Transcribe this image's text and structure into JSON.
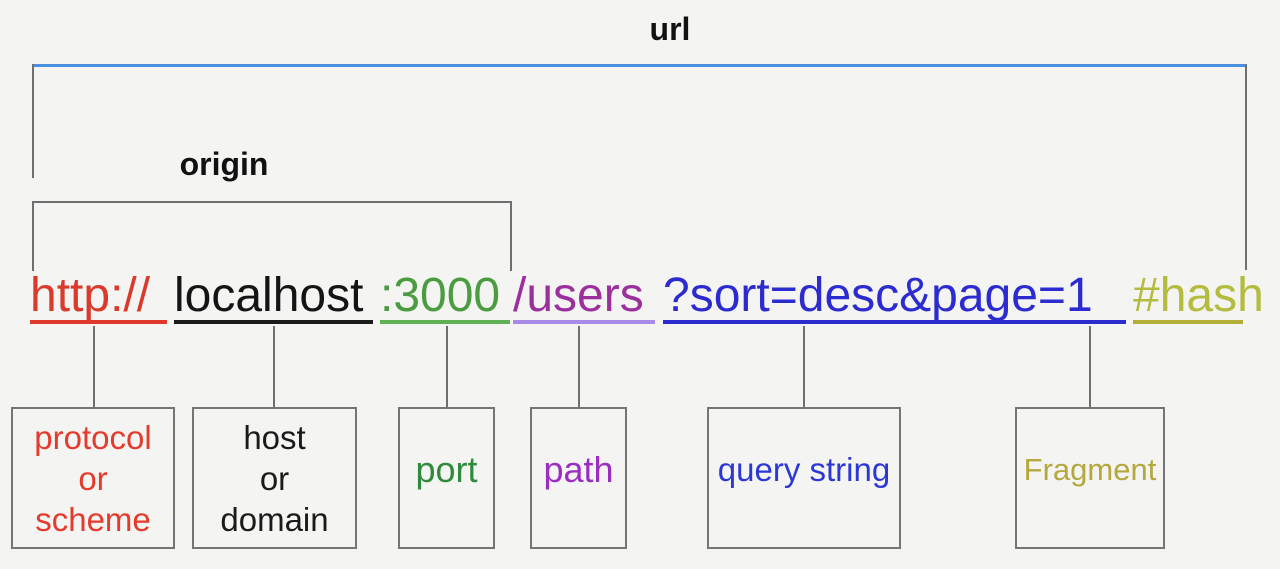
{
  "diagram_title": "url",
  "origin_label": "origin",
  "full_url": "http://localhost:3000/users?sort=desc&page=1#hash",
  "colors": {
    "background": "#f4f4f2",
    "url_bracket_line": "#4a90e2",
    "bracket_gray": "#6f6f6f",
    "box_border_gray": "#757575",
    "label_text": "#111111"
  },
  "url_parts": [
    {
      "name": "protocol",
      "text": "http://",
      "color": "#d93a2c",
      "underline": "#e03a2c",
      "label_color": "#e33b2d",
      "label_lines": [
        "protocol",
        "or",
        "scheme"
      ]
    },
    {
      "name": "host",
      "text": "localhost",
      "color": "#141414",
      "underline": "#1b1b1b",
      "label_color": "#1a1a1a",
      "label_lines": [
        "host",
        "or",
        "domain"
      ]
    },
    {
      "name": "port",
      "text": ":3000",
      "color": "#4a9c41",
      "underline": "#5fb254",
      "label_color": "#2f8a3c",
      "label_lines": [
        "port"
      ]
    },
    {
      "name": "path",
      "text": "/users",
      "color": "#9c2f9e",
      "underline": "#a98ae6",
      "label_color": "#9a2ec0",
      "label_lines": [
        "path"
      ]
    },
    {
      "name": "query",
      "text": "?sort=desc&page=1",
      "color": "#2b2bd0",
      "underline": "#2b2bd0",
      "label_color": "#2c38d6",
      "label_lines": [
        "query string"
      ]
    },
    {
      "name": "fragment",
      "text": "#hash",
      "color": "#b4bc3f",
      "underline": "#b2ae38",
      "label_color": "#b5a83e",
      "label_lines": [
        "Fragment"
      ]
    }
  ]
}
